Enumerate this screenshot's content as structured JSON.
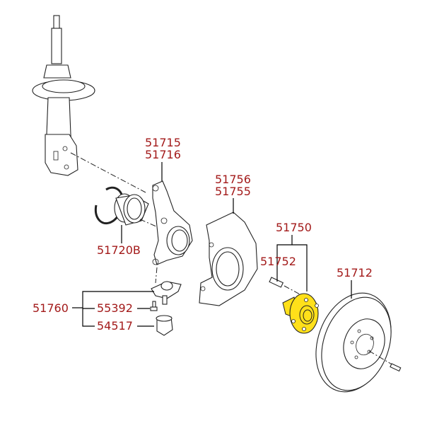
{
  "labels": {
    "knuckle_a": "51715",
    "knuckle_b": "51716",
    "bearing": "51720B",
    "dust_cover_a": "51756",
    "dust_cover_b": "51755",
    "hub_assembly": "51750",
    "hub_bolt": "51752",
    "brake_disc": "51712",
    "ball_joint": "51760",
    "ball_joint_bolt": "55392",
    "ball_joint_boot": "54517"
  },
  "colors": {
    "label": "#a31a1a",
    "highlight": "#ffe01a"
  }
}
